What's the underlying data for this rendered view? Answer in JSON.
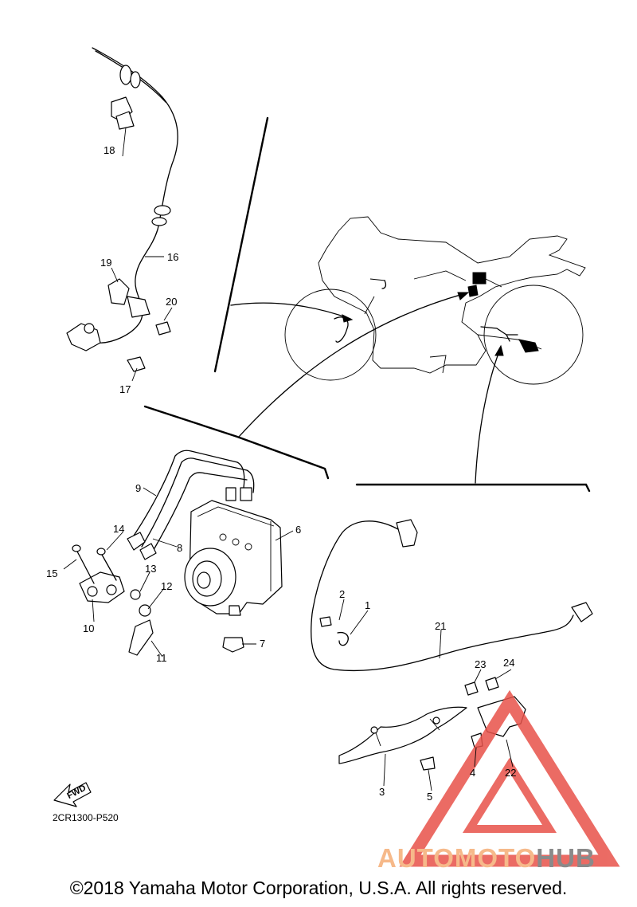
{
  "diagram_code": "2CR1300-P520",
  "fwd_label": "FWD",
  "copyright": "©2018 Yamaha Motor Corporation, U.S.A. All rights reserved.",
  "watermark": {
    "text_auto": "AUTOMOTO",
    "text_hub": "HUB",
    "colors": {
      "auto": "#f6b98a",
      "moto": "#f7b9b2",
      "hub": "#8a8a8a",
      "triangle": "#e8524a"
    }
  },
  "callouts": {
    "c1": "1",
    "c2": "2",
    "c3": "3",
    "c4": "4",
    "c5": "5",
    "c6": "6",
    "c7": "7",
    "c8": "8",
    "c9": "9",
    "c10": "10",
    "c11": "11",
    "c12": "12",
    "c13": "13",
    "c14": "14",
    "c15": "15",
    "c16": "16",
    "c17": "17",
    "c18": "18",
    "c19": "19",
    "c20": "20",
    "c21": "21",
    "c22": "22",
    "c23": "23",
    "c24": "24"
  }
}
